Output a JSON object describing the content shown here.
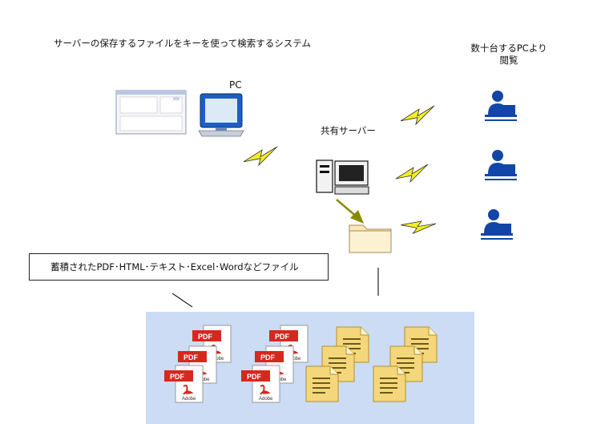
{
  "title": "サーバーの保存するファイルをキーを使って検索するシステム",
  "pc": {
    "label": "PC"
  },
  "server": {
    "label": "共有サーバー"
  },
  "clients": {
    "label": "数十台するPCより閲覧",
    "count": 3
  },
  "callout": {
    "text": "蓄積されたPDF･HTML･テキスト･Excel･Wordなどファイル"
  },
  "file_icons": {
    "pdf_label": "PDF",
    "adobe_label": "Adobe",
    "pdf_count": 6,
    "text_doc_count": 6
  },
  "colors": {
    "panel": "#cbdcf4",
    "person": "#1245a8",
    "bolt": "#f3ef22",
    "arrow": "#8a8a00",
    "pdf_red": "#d6281e",
    "folder": "#fbe7b8",
    "text_doc": "#f4d77a"
  }
}
